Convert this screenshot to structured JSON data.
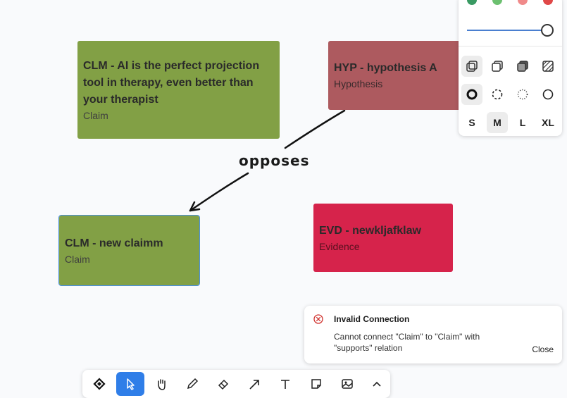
{
  "canvas": {
    "cards": [
      {
        "title": "CLM - AI is the perfect projection tool in therapy, even better than your therapist",
        "type": "Claim",
        "color": "#82a045"
      },
      {
        "title": "HYP - hypothesis A",
        "type": "Hypothesis",
        "color": "#ad5a5f"
      },
      {
        "title": "CLM - new claimm",
        "type": "Claim",
        "color": "#82a045",
        "selected": true
      },
      {
        "title": "EVD - newkljafklaw",
        "type": "Evidence",
        "color": "#d6234b"
      }
    ],
    "edge_label": "opposes"
  },
  "style_panel": {
    "colors": [
      "#3a9a63",
      "#6cc070",
      "#f08a8a",
      "#e04848"
    ],
    "opacity_slider": 1,
    "fill_styles": [
      "fill-none-icon",
      "fill-semi-icon",
      "fill-solid-icon",
      "fill-pattern-icon"
    ],
    "dash_styles": [
      "dash-draw-icon",
      "dash-dashed-icon",
      "dash-dotted-icon",
      "dash-solid-icon"
    ],
    "sizes": [
      "S",
      "M",
      "L",
      "XL"
    ],
    "selected_size": "M"
  },
  "toast": {
    "title": "Invalid Connection",
    "message": "Cannot connect \"Claim\" to \"Claim\" with \"supports\" relation",
    "close_label": "Close",
    "icon": "error-circle-icon"
  },
  "toolbar": {
    "tools": [
      "node-tool-icon",
      "select-icon",
      "hand-icon",
      "pencil-icon",
      "eraser-icon",
      "arrow-icon",
      "text-icon",
      "note-icon",
      "image-icon",
      "chevron-up-icon"
    ],
    "active": "select-icon"
  }
}
